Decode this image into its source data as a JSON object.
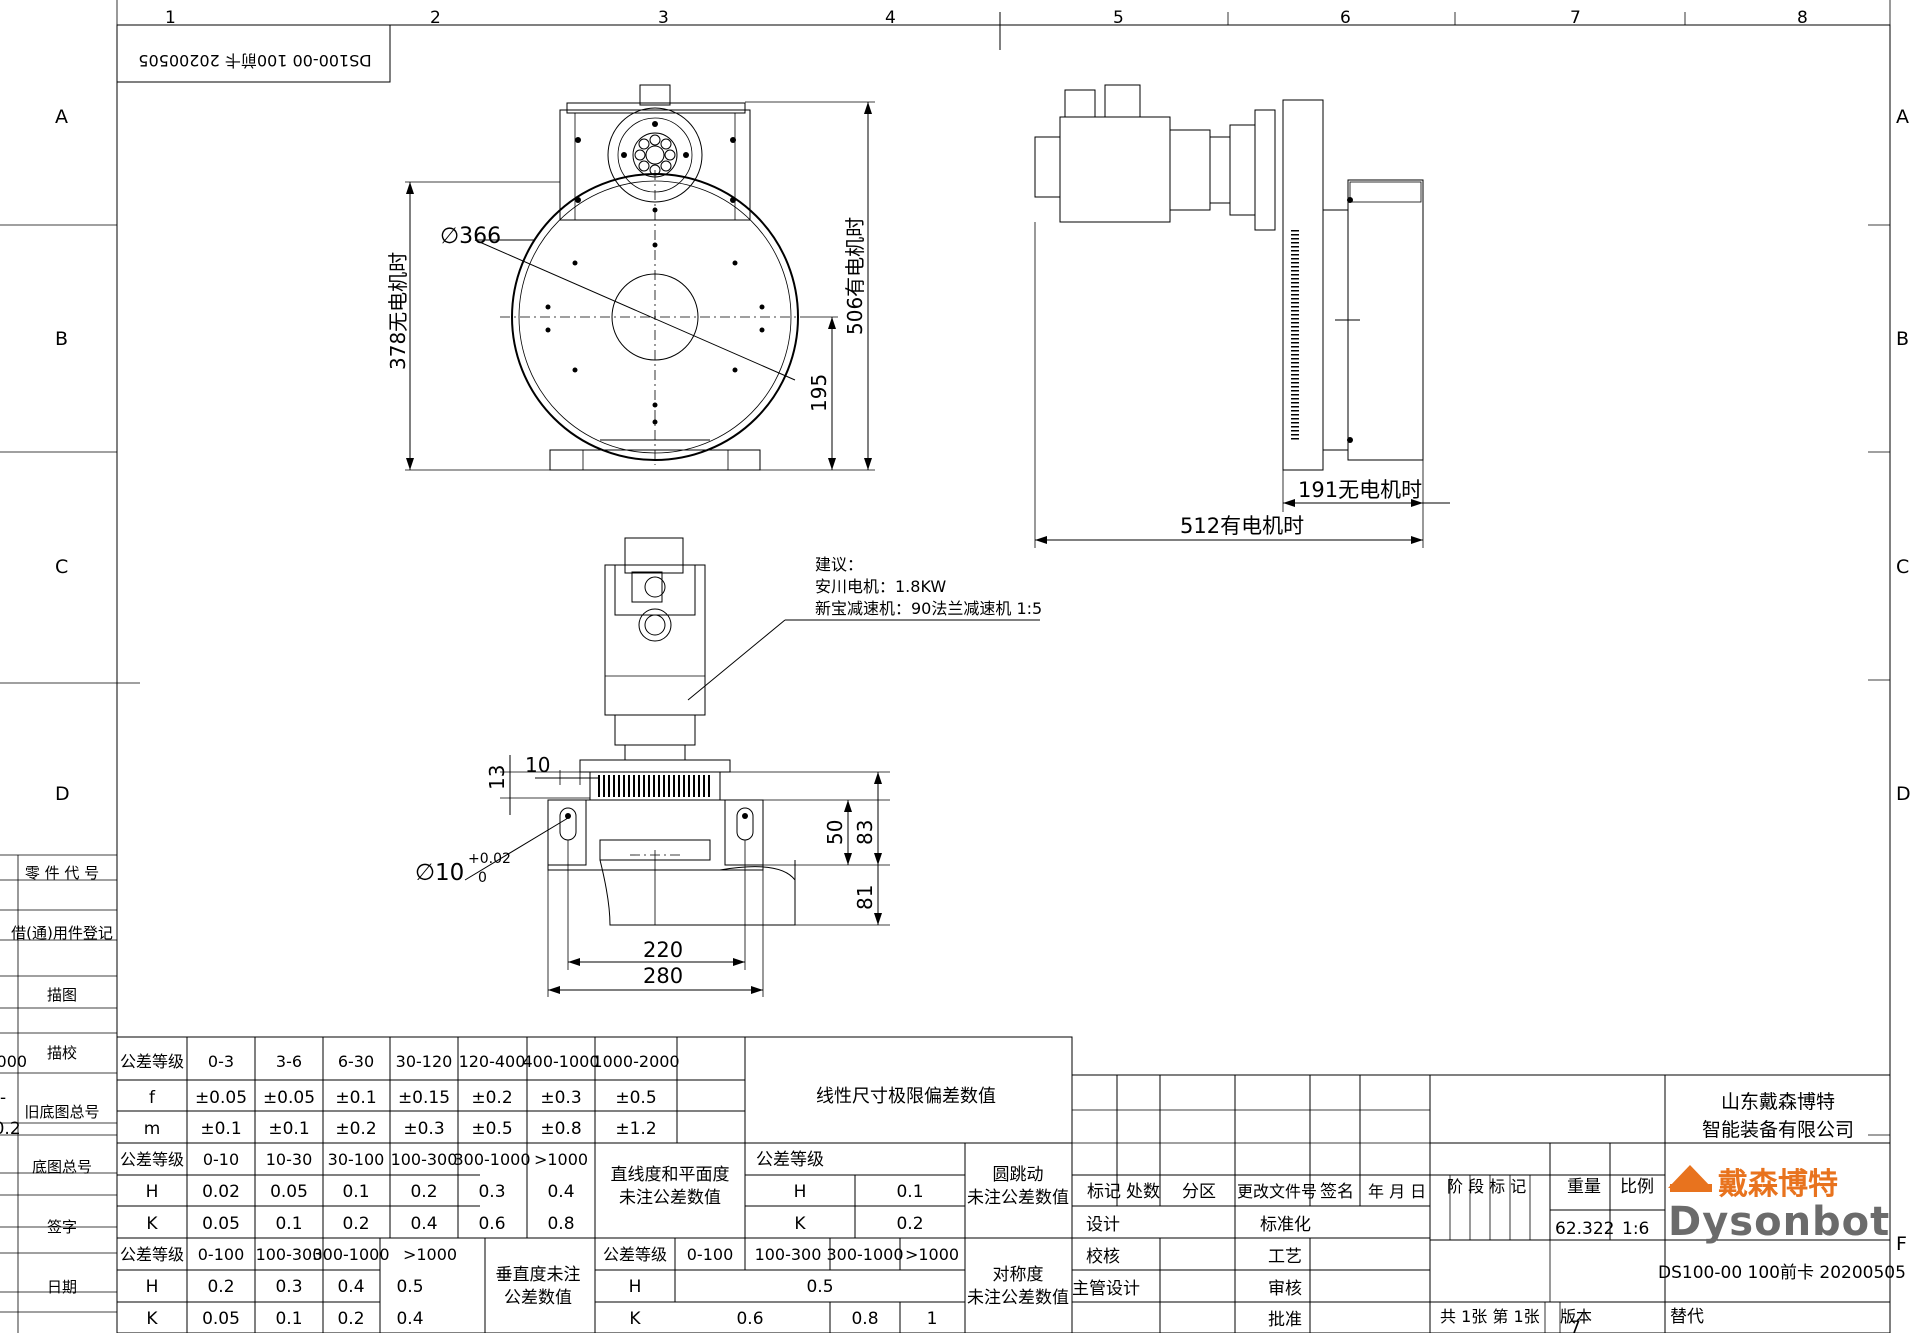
{
  "zones": {
    "cols": [
      "1",
      "2",
      "3",
      "4",
      "5",
      "6",
      "7",
      "8"
    ],
    "rows": [
      "A",
      "B",
      "C",
      "D"
    ],
    "right_rows": [
      "A",
      "B",
      "C",
      "D",
      "F"
    ],
    "bottom_cols": [
      "5",
      "6",
      "7",
      "8"
    ]
  },
  "drawing_id_box": "DS100-00 100前卡 20200505",
  "front_view": {
    "dia_label": "∅366",
    "left_dim": "378无电机时",
    "right_dim": "506有电机时",
    "small_dim": "195"
  },
  "side_view": {
    "dim_191": "191无电机时",
    "dim_512": "512有电机时"
  },
  "note": {
    "line1": "建议：",
    "line2": "安川电机：1.8KW",
    "line3": "新宝减速机：90法兰减速机 1:5"
  },
  "bottom_view": {
    "d10": "10",
    "d13": "13",
    "hole": "∅10",
    "tol_upper": "+0.02",
    "tol_lower": "0",
    "d50": "50",
    "d83": "83",
    "d81": "81",
    "d220": "220",
    "d280": "280"
  },
  "left_panel": {
    "labels": [
      "零 件 代 号",
      "借(通)用件登记",
      "描图",
      "描校",
      "旧底图总号",
      "底图总号",
      "签字",
      "日期"
    ]
  },
  "tolerance_table": {
    "linear": {
      "header": [
        "公差等级",
        "0-3",
        "3-6",
        "6-30",
        "30-120",
        "120-400",
        "400-1000",
        "1000-2000",
        ">2000"
      ],
      "rows": [
        [
          "f",
          "±0.05",
          "±0.05",
          "±0.1",
          "±0.15",
          "±0.2",
          "±0.3",
          "±0.5",
          "--"
        ],
        [
          "m",
          "±0.1",
          "±0.1",
          "±0.2",
          "±0.3",
          "±0.5",
          "±0.8",
          "±1.2",
          "±0.2"
        ]
      ],
      "caption": "线性尺寸极限偏差数值"
    },
    "straight": {
      "header": [
        "公差等级",
        "0-10",
        "10-30",
        "30-100",
        "100-300",
        "300-1000",
        ">1000"
      ],
      "rows": [
        [
          "H",
          "0.02",
          "0.05",
          "0.1",
          "0.2",
          "0.3",
          "0.4"
        ],
        [
          "K",
          "0.05",
          "0.1",
          "0.2",
          "0.4",
          "0.6",
          "0.8"
        ]
      ],
      "caption1": "直线度和平面度",
      "caption2": "未注公差数值"
    },
    "runout": {
      "header": "公差等级",
      "rows": [
        [
          "H",
          "0.1"
        ],
        [
          "K",
          "0.2"
        ]
      ],
      "caption1": "圆跳动",
      "caption2": "未注公差数值"
    },
    "perp": {
      "header": [
        "公差等级",
        "0-100",
        "100-300",
        "300-1000",
        ">1000"
      ],
      "rows": [
        [
          "H",
          "0.2",
          "0.3",
          "0.4",
          "0.5"
        ],
        [
          "K",
          "0.05",
          "0.1",
          "0.2",
          "0.4"
        ]
      ],
      "caption1": "垂直度未注",
      "caption2": "公差数值"
    },
    "sym": {
      "header": [
        "公差等级",
        "0-100",
        "100-300",
        "300-1000",
        ">1000"
      ],
      "rows": [
        [
          "H",
          "0.5"
        ],
        [
          "K",
          "0.6",
          "0.8",
          "1"
        ]
      ],
      "caption1": "对称度",
      "caption2": "未注公差数值"
    }
  },
  "title_block": {
    "rev_headers": [
      "标记",
      "处数",
      "分区",
      "更改文件号",
      "签名",
      "年 月 日"
    ],
    "roles_left": [
      "设计",
      "校核",
      "主管设计"
    ],
    "roles_right": [
      "标准化",
      "工艺",
      "审核",
      "批准"
    ],
    "stage_header": "阶 段 标 记",
    "weight_header": "重量",
    "scale_header": "比例",
    "weight": "62.322",
    "scale": "1:6",
    "sheets": "共 1张  第 1张",
    "version": "版本",
    "replace": "替代",
    "company1": "山东戴森博特",
    "company2": "智能装备有限公司",
    "logo_cn": "戴森博特",
    "logo_en": "Dysonbot",
    "drawing_no": "DS100-00 100前卡 20200505"
  },
  "colors": {
    "logo_orange": "#E8731E",
    "logo_gray": "#6b6b6b"
  }
}
